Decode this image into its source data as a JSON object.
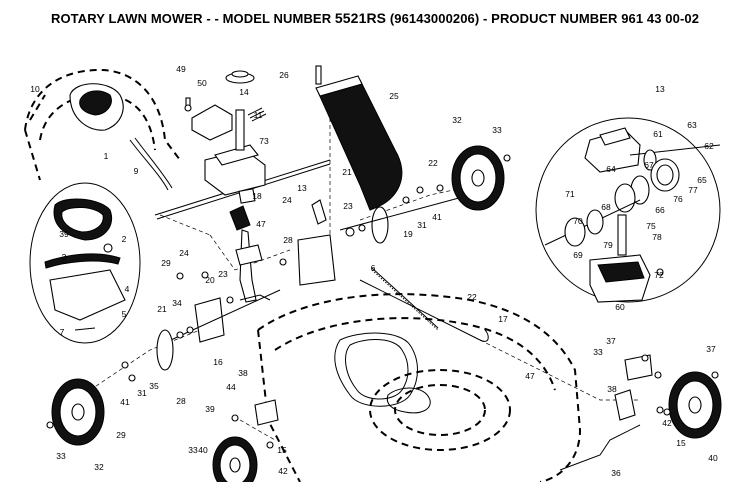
{
  "title": {
    "prefix": "ROTARY LAWN MOWER - - MODEL NUMBER",
    "model": "5521RS",
    "suffix": "(96143000206) - PRODUCT NUMBER 961 43 00-02"
  },
  "callouts": [
    "10",
    "49",
    "50",
    "26",
    "25",
    "13",
    "1",
    "14",
    "11",
    "9",
    "32",
    "33",
    "61",
    "63",
    "62",
    "65",
    "77",
    "76",
    "67",
    "64",
    "66",
    "68",
    "70",
    "71",
    "78",
    "75",
    "79",
    "69",
    "72",
    "60",
    "73",
    "13",
    "24",
    "23",
    "21",
    "22",
    "47",
    "18",
    "19",
    "31",
    "41",
    "28",
    "39",
    "2",
    "3",
    "4",
    "5",
    "7",
    "6",
    "29",
    "24",
    "23",
    "20",
    "34",
    "21",
    "22",
    "17",
    "16",
    "35",
    "31",
    "41",
    "28",
    "29",
    "47",
    "44",
    "38",
    "37",
    "33",
    "37",
    "38",
    "39",
    "40",
    "42",
    "15",
    "40",
    "33",
    "32",
    "33",
    "42",
    "15",
    "36"
  ]
}
